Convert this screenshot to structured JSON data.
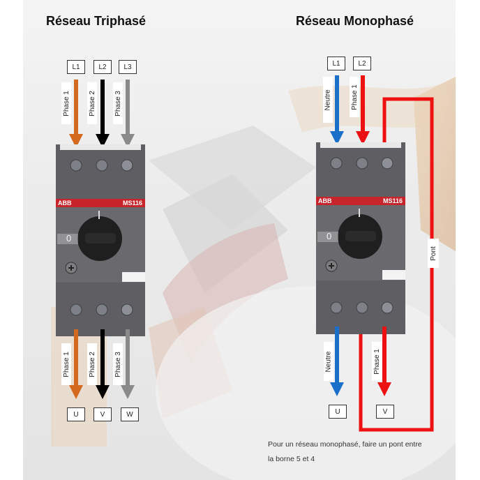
{
  "triphase": {
    "title": "Réseau Triphasé",
    "inputs": [
      {
        "terminal": "L1",
        "label": "Phase 1",
        "color": "#d2691e"
      },
      {
        "terminal": "L2",
        "label": "Phase 2",
        "color": "#000000"
      },
      {
        "terminal": "L3",
        "label": "Phase 3",
        "color": "#8a8a8a"
      }
    ],
    "outputs": [
      {
        "terminal": "U",
        "label": "Phase 1",
        "color": "#d2691e"
      },
      {
        "terminal": "V",
        "label": "Phase 2",
        "color": "#000000"
      },
      {
        "terminal": "W",
        "label": "Phase 3",
        "color": "#8a8a8a"
      }
    ],
    "device": {
      "brand": "ABB",
      "model": "MS116",
      "dial_position": "0",
      "on_mark": "I"
    }
  },
  "monophase": {
    "title": "Réseau Monophasé",
    "inputs": [
      {
        "terminal": "L1",
        "label": "Neutre",
        "color": "#1a6fc9"
      },
      {
        "terminal": "L2",
        "label": "Phase 1",
        "color": "#ee1111"
      }
    ],
    "outputs": [
      {
        "terminal": "U",
        "label": "Neutre",
        "color": "#1a6fc9"
      },
      {
        "terminal": "V",
        "label": "Phase 1",
        "color": "#ee1111"
      }
    ],
    "bridge_label": "Pont",
    "bridge_color": "#ee1111",
    "device": {
      "brand": "ABB",
      "model": "MS116",
      "dial_position": "0",
      "on_mark": "I"
    }
  },
  "footnote": {
    "line1": "Pour un réseau monophasé, faire un pont entre",
    "line2": "la borne 5 et 4"
  }
}
